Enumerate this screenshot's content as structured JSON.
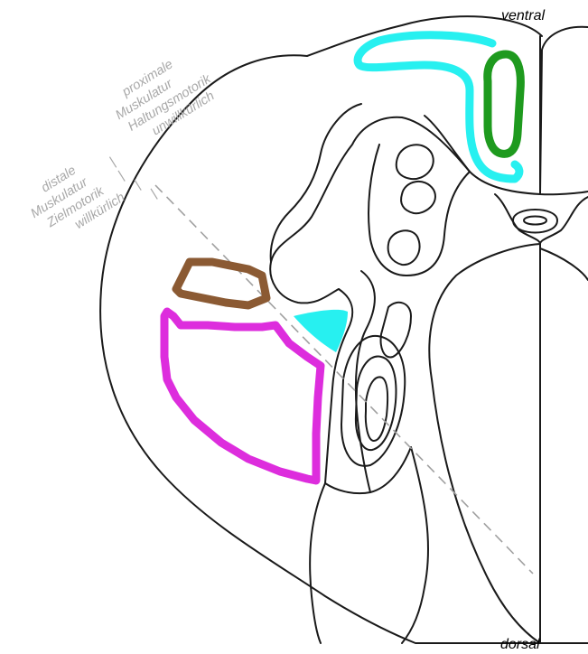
{
  "orientation": {
    "ventral": "ventral",
    "dorsal": "dorsal"
  },
  "distal_group": {
    "line1": "distale",
    "line2": "Muskulatur",
    "line3": "Zielmotorik",
    "line4": "willkürlich"
  },
  "proximal_group": {
    "line1": "proximale",
    "line2": "Muskulatur",
    "line3": "Haltungsmotorik",
    "line4": "unwillkürlich"
  },
  "separator": "|",
  "colors": {
    "cyan_tract": "#27f0f0",
    "green_tract": "#1e9a1e",
    "brown_tract": "#8b5a33",
    "magenta_tract": "#dd2ddd",
    "outline": "#1a1a1a",
    "label_grey": "#a8a8a8"
  }
}
